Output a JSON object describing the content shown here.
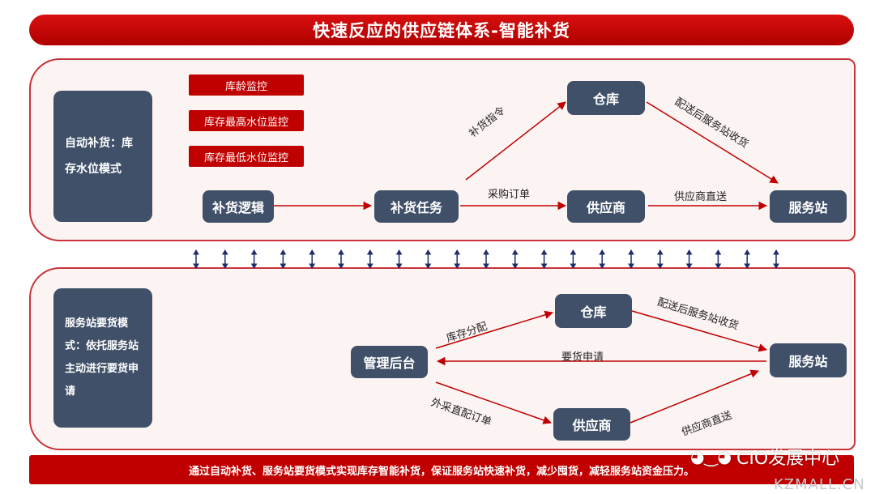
{
  "title": "快速反应的供应链体系-智能补货",
  "top": {
    "mode": "自动补货：库存水位模式",
    "tags": [
      "库龄监控",
      "库存最高水位监控",
      "库存最低水位监控"
    ],
    "nodes": {
      "logic": "补货逻辑",
      "task": "补货任务",
      "warehouse": "仓库",
      "supplier": "供应商",
      "station": "服务站"
    },
    "labels": {
      "instruction": "补货指令",
      "purchase_order": "采购订单",
      "delivery_receive": "配送后服务站收货",
      "supplier_direct": "供应商直送"
    }
  },
  "bottom": {
    "mode": "服务站要货模式：依托服务站主动进行要货申请",
    "nodes": {
      "admin": "管理后台",
      "warehouse": "仓库",
      "supplier": "供应商",
      "station": "服务站"
    },
    "labels": {
      "allocation": "库存分配",
      "delivery_receive": "配送后服务站收货",
      "request": "要货申请",
      "outsourced_order": "外采直配订单",
      "supplier_direct": "供应商直送"
    }
  },
  "footer": "通过自动补货、服务站要货模式实现库存智能补货，保证服务站快速补货，减少囤货，减轻服务站资金压力。",
  "watermark": "CIO发展中心",
  "watermark_site": "KZMALL.CN",
  "colors": {
    "accent": "#c00000",
    "navy": "#3f5068",
    "panel_bg": "#fcf4f2",
    "connector": "#1f2d6b"
  }
}
